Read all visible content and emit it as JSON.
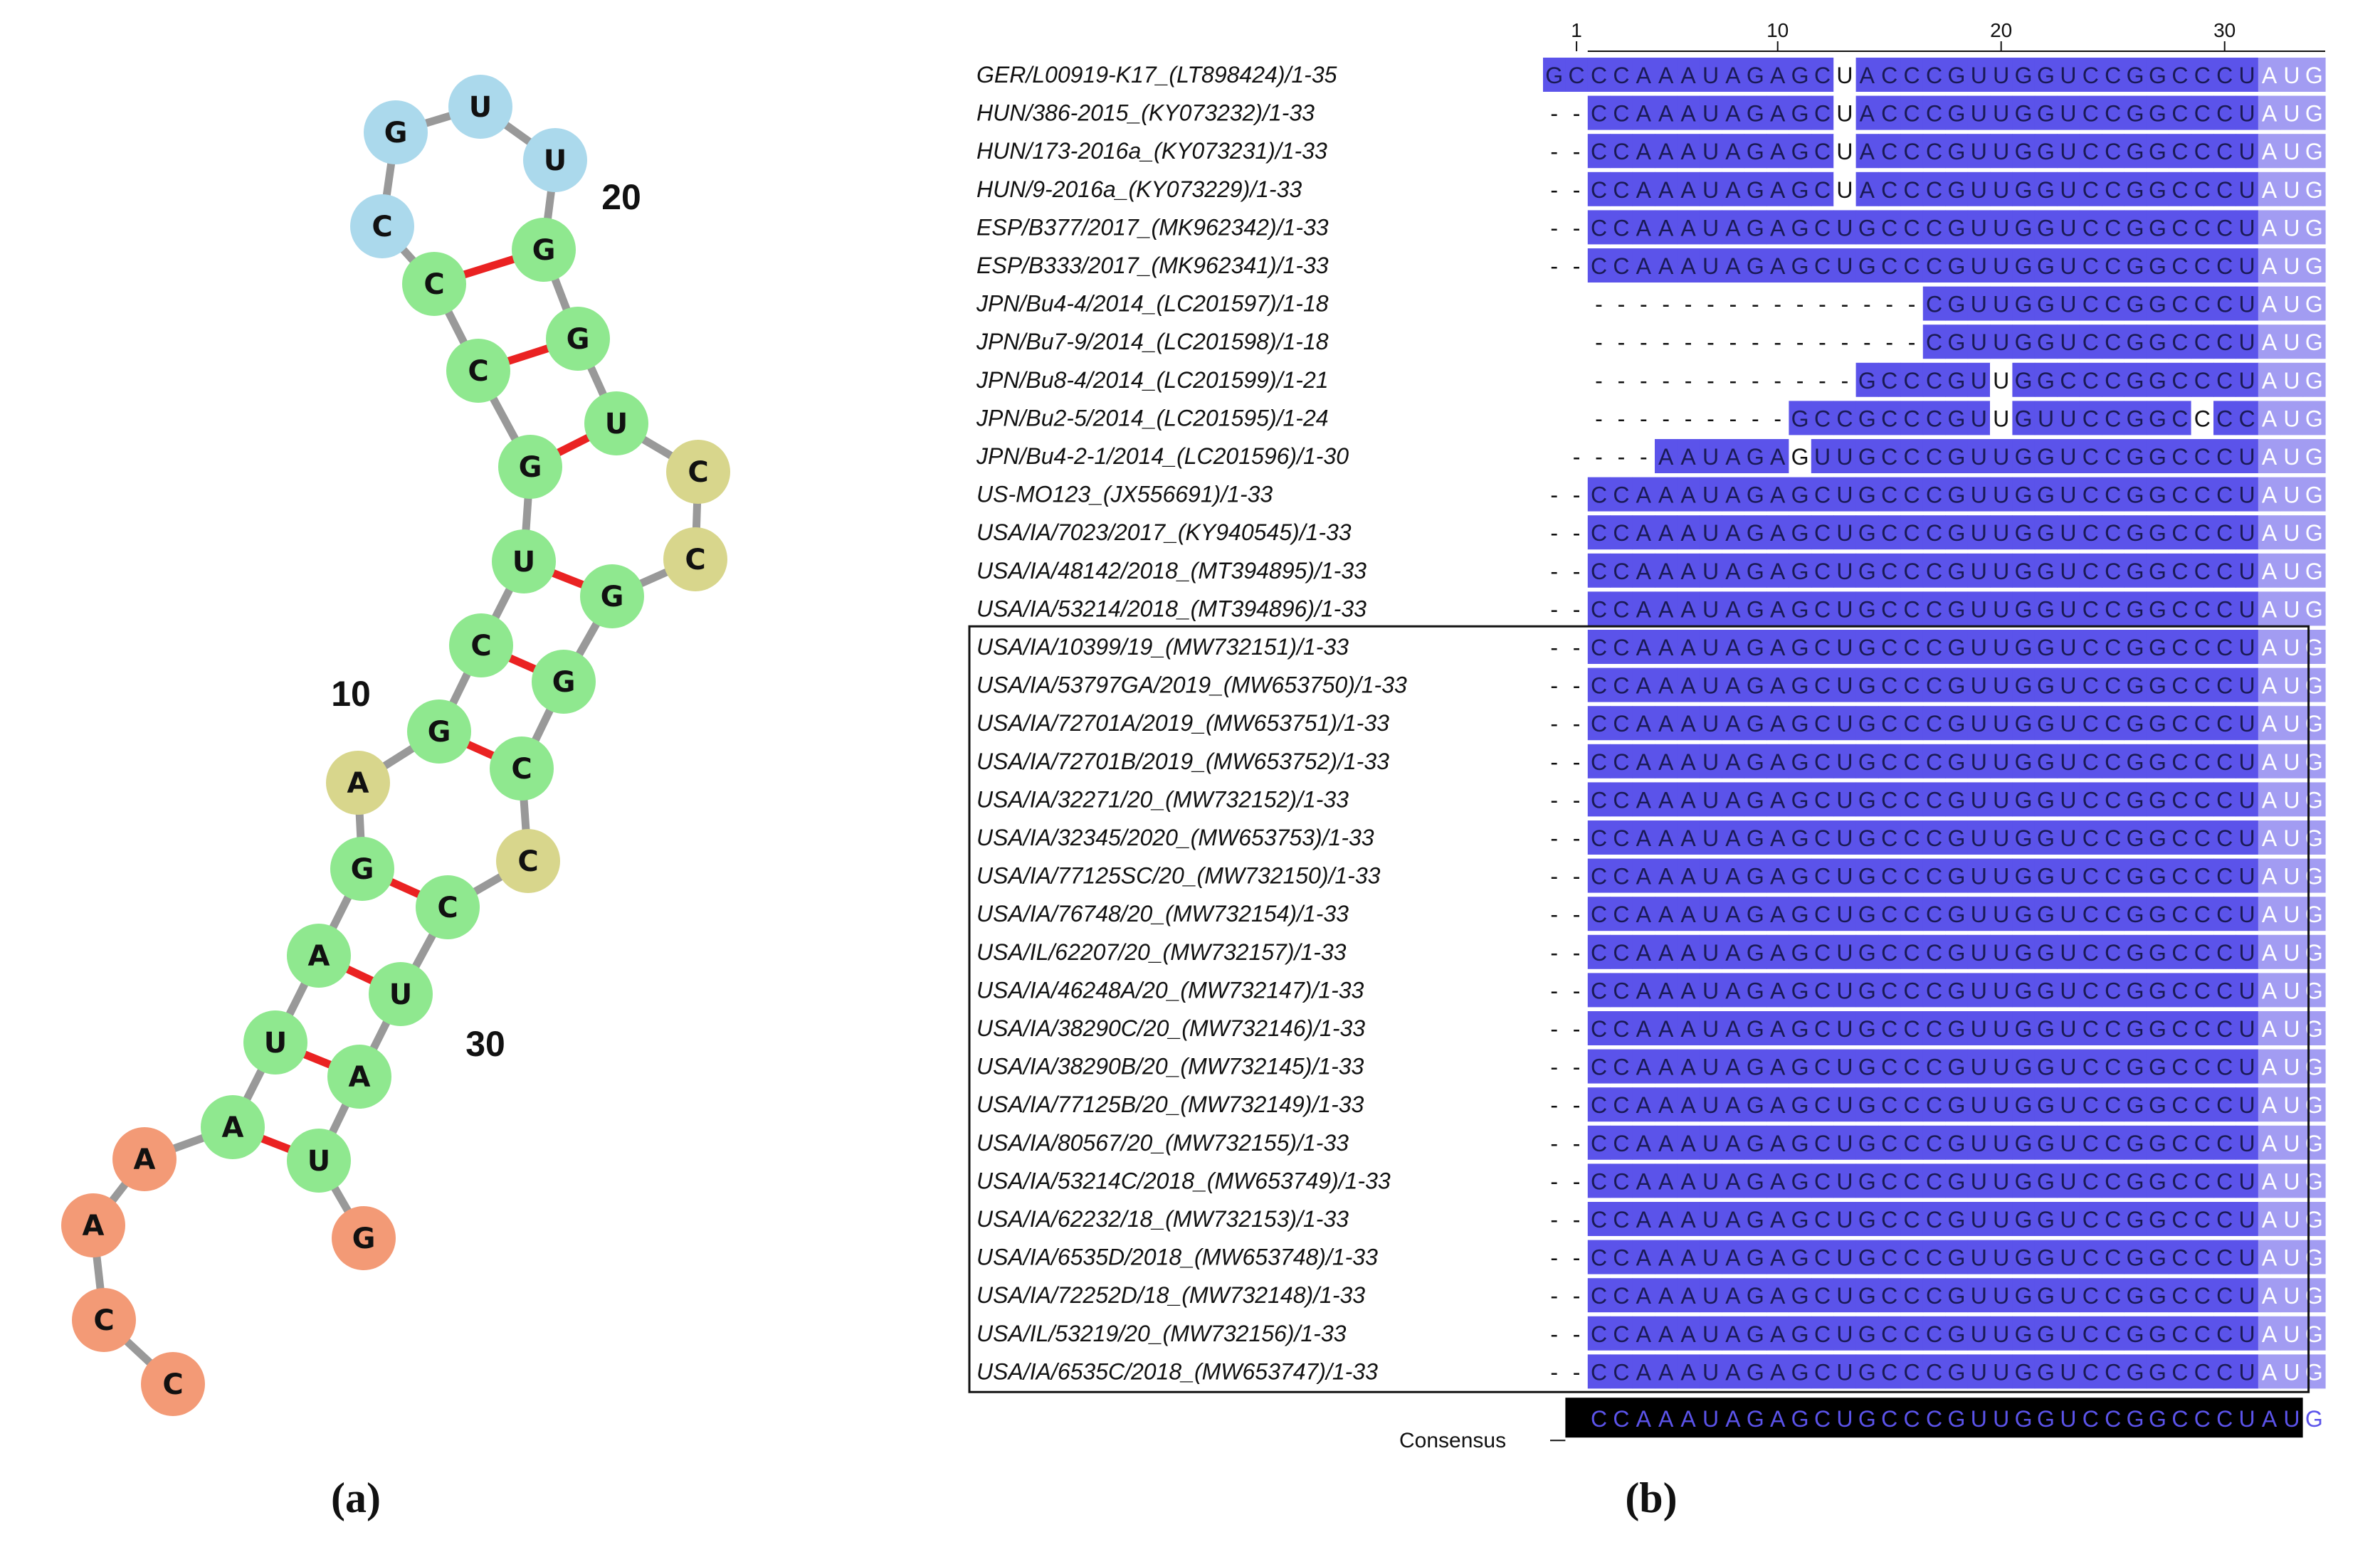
{
  "colors": {
    "loop": "#abd9ec",
    "stem": "#8fe88f",
    "bulge": "#d8d68c",
    "tail": "#f39a76",
    "backbone": "#999999",
    "pair": "#ea2222",
    "aligned": "#5b53ea",
    "start_codon": "#a29cf2",
    "start_codon_text": "#ffffff",
    "gap_text": "#111111",
    "consensus_bg": "#000000",
    "consensus_text": "#5b53ea"
  },
  "panel_a": {
    "label": "(a)",
    "nucleotides": [
      {
        "n": 1,
        "base": "C",
        "type": "tail"
      },
      {
        "n": 2,
        "base": "C",
        "type": "tail"
      },
      {
        "n": 3,
        "base": "A",
        "type": "tail"
      },
      {
        "n": 4,
        "base": "A",
        "type": "tail"
      },
      {
        "n": 5,
        "base": "A",
        "type": "stem"
      },
      {
        "n": 6,
        "base": "U",
        "type": "stem"
      },
      {
        "n": 7,
        "base": "A",
        "type": "stem"
      },
      {
        "n": 8,
        "base": "G",
        "type": "stem"
      },
      {
        "n": 9,
        "base": "A",
        "type": "bulge"
      },
      {
        "n": 10,
        "base": "G",
        "type": "stem"
      },
      {
        "n": 11,
        "base": "C",
        "type": "stem"
      },
      {
        "n": 12,
        "base": "U",
        "type": "stem"
      },
      {
        "n": 13,
        "base": "G",
        "type": "stem"
      },
      {
        "n": 14,
        "base": "C",
        "type": "stem"
      },
      {
        "n": 15,
        "base": "C",
        "type": "stem"
      },
      {
        "n": 16,
        "base": "C",
        "type": "loop"
      },
      {
        "n": 17,
        "base": "G",
        "type": "loop"
      },
      {
        "n": 18,
        "base": "U",
        "type": "loop"
      },
      {
        "n": 19,
        "base": "U",
        "type": "loop"
      },
      {
        "n": 20,
        "base": "G",
        "type": "stem"
      },
      {
        "n": 21,
        "base": "G",
        "type": "stem"
      },
      {
        "n": 22,
        "base": "U",
        "type": "stem"
      },
      {
        "n": 23,
        "base": "C",
        "type": "bulge"
      },
      {
        "n": 24,
        "base": "C",
        "type": "bulge"
      },
      {
        "n": 25,
        "base": "G",
        "type": "stem"
      },
      {
        "n": 26,
        "base": "G",
        "type": "stem"
      },
      {
        "n": 27,
        "base": "C",
        "type": "stem"
      },
      {
        "n": 28,
        "base": "C",
        "type": "bulge"
      },
      {
        "n": 29,
        "base": "C",
        "type": "stem"
      },
      {
        "n": 30,
        "base": "U",
        "type": "stem"
      },
      {
        "n": 31,
        "base": "A",
        "type": "stem"
      },
      {
        "n": 32,
        "base": "U",
        "type": "stem"
      },
      {
        "n": 33,
        "base": "G",
        "type": "tail"
      }
    ],
    "pairs": [
      [
        5,
        32
      ],
      [
        6,
        31
      ],
      [
        7,
        30
      ],
      [
        8,
        29
      ],
      [
        10,
        27
      ],
      [
        11,
        26
      ],
      [
        12,
        25
      ],
      [
        13,
        22
      ],
      [
        14,
        21
      ],
      [
        15,
        20
      ]
    ],
    "position_labels": [
      {
        "n": 10,
        "text": "10"
      },
      {
        "n": 20,
        "text": "20"
      },
      {
        "n": 30,
        "text": "30"
      }
    ]
  },
  "panel_b": {
    "label": "(b)",
    "ruler": [
      {
        "col": 1,
        "text": "1"
      },
      {
        "col": 10,
        "text": "10"
      },
      {
        "col": 20,
        "text": "20"
      },
      {
        "col": 30,
        "text": "30"
      }
    ],
    "rows": [
      {
        "name": "GER/L00919-K17_(LT898424)/1-35",
        "seq": "GCCCAAAUAGAGCUACCCGUUGGUCCGGCCCUAUG",
        "white": [
          15
        ]
      },
      {
        "name": "HUN/386-2015_(KY073232)/1-33",
        "seq": "--CCAAAUAGAGCUACCCGUUGGUCCGGCCCUAUG",
        "white": [
          15
        ]
      },
      {
        "name": "HUN/173-2016a_(KY073231)/1-33",
        "seq": "--CCAAAUAGAGCUACCCGUUGGUCCGGCCCUAUG",
        "white": [
          15
        ]
      },
      {
        "name": "HUN/9-2016a_(KY073229)/1-33",
        "seq": "--CCAAAUAGAGCUACCCGUUGGUCCGGCCCUAUG",
        "white": [
          15
        ]
      },
      {
        "name": "ESP/B377/2017_(MK962342)/1-33",
        "seq": "--CCAAAUAGAGCUGCCCGUUGGUCCGGCCCUAUG",
        "white": []
      },
      {
        "name": "ESP/B333/2017_(MK962341)/1-33",
        "seq": "--CCAAAUAGAGCUGCCCGUUGGUCCGGCCCUAUG",
        "white": []
      },
      {
        "name": "JPN/Bu4-4/2014_(LC201597)/1-18",
        "seq": "---------------CGUUGGUCCGGCCCUAUG",
        "white": []
      },
      {
        "name": "JPN/Bu7-9/2014_(LC201598)/1-18",
        "seq": "---------------CGUUGGUCCGGCCCUAUG",
        "white": []
      },
      {
        "name": "JPN/Bu8-4/2014_(LC201599)/1-21",
        "seq": "------------GCCCGUUGGCCCGGCCCUAUG",
        "white": [
          22
        ]
      },
      {
        "name": "JPN/Bu2-5/2014_(LC201595)/1-24",
        "seq": "---------GCCGCCCGUUGUUCCGGCCCCAUG",
        "white": [
          12,
          22,
          31
        ]
      },
      {
        "name": "JPN/Bu4-2-1/2014_(LC201596)/1-30",
        "seq": "----AAUAGAGUUGCCCGUUGGUCCGGCCCUAUG",
        "white": [
          13
        ]
      },
      {
        "name": "US-MO123_(JX556691)/1-33",
        "seq": "--CCAAAUAGAGCUGCCCGUUGGUCCGGCCCUAUG",
        "white": []
      },
      {
        "name": "USA/IA/7023/2017_(KY940545)/1-33",
        "seq": "--CCAAAUAGAGCUGCCCGUUGGUCCGGCCCUAUG",
        "white": []
      },
      {
        "name": "USA/IA/48142/2018_(MT394895)/1-33",
        "seq": "--CCAAAUAGAGCUGCCCGUUGGUCCGGCCCUAUG",
        "white": []
      },
      {
        "name": "USA/IA/53214/2018_(MT394896)/1-33",
        "seq": "--CCAAAUAGAGCUGCCCGUUGGUCCGGCCCUAUG",
        "white": []
      },
      {
        "name": "USA/IA/10399/19_(MW732151)/1-33",
        "seq": "--CCAAAUAGAGCUGCCCGUUGGUCCGGCCCUAUG",
        "white": []
      },
      {
        "name": "USA/IA/53797GA/2019_(MW653750)/1-33",
        "seq": "--CCAAAUAGAGCUGCCCGUUGGUCCGGCCCUAUG",
        "white": []
      },
      {
        "name": "USA/IA/72701A/2019_(MW653751)/1-33",
        "seq": "--CCAAAUAGAGCUGCCCGUUGGUCCGGCCCUAUG",
        "white": []
      },
      {
        "name": "USA/IA/72701B/2019_(MW653752)/1-33",
        "seq": "--CCAAAUAGAGCUGCCCGUUGGUCCGGCCCUAUG",
        "white": []
      },
      {
        "name": "USA/IA/32271/20_(MW732152)/1-33",
        "seq": "--CCAAAUAGAGCUGCCCGUUGGUCCGGCCCUAUG",
        "white": []
      },
      {
        "name": "USA/IA/32345/2020_(MW653753)/1-33",
        "seq": "--CCAAAUAGAGCUGCCCGUUGGUCCGGCCCUAUG",
        "white": []
      },
      {
        "name": "USA/IA/77125SC/20_(MW732150)/1-33",
        "seq": "--CCAAAUAGAGCUGCCCGUUGGUCCGGCCCUAUG",
        "white": []
      },
      {
        "name": "USA/IA/76748/20_(MW732154)/1-33",
        "seq": "--CCAAAUAGAGCUGCCCGUUGGUCCGGCCCUAUG",
        "white": []
      },
      {
        "name": "USA/IL/62207/20_(MW732157)/1-33",
        "seq": "--CCAAAUAGAGCUGCCCGUUGGUCCGGCCCUAUG",
        "white": []
      },
      {
        "name": "USA/IA/46248A/20_(MW732147)/1-33",
        "seq": "--CCAAAUAGAGCUGCCCGUUGGUCCGGCCCUAUG",
        "white": []
      },
      {
        "name": "USA/IA/38290C/20_(MW732146)/1-33",
        "seq": "--CCAAAUAGAGCUGCCCGUUGGUCCGGCCCUAUG",
        "white": []
      },
      {
        "name": "USA/IA/38290B/20_(MW732145)/1-33",
        "seq": "--CCAAAUAGAGCUGCCCGUUGGUCCGGCCCUAUG",
        "white": []
      },
      {
        "name": "USA/IA/77125B/20_(MW732149)/1-33",
        "seq": "--CCAAAUAGAGCUGCCCGUUGGUCCGGCCCUAUG",
        "white": []
      },
      {
        "name": "USA/IA/80567/20_(MW732155)/1-33",
        "seq": "--CCAAAUAGAGCUGCCCGUUGGUCCGGCCCUAUG",
        "white": []
      },
      {
        "name": "USA/IA/53214C/2018_(MW653749)/1-33",
        "seq": "--CCAAAUAGAGCUGCCCGUUGGUCCGGCCCUAUG",
        "white": []
      },
      {
        "name": "USA/IA/62232/18_(MW732153)/1-33",
        "seq": "--CCAAAUAGAGCUGCCCGUUGGUCCGGCCCUAUG",
        "white": []
      },
      {
        "name": "USA/IA/6535D/2018_(MW653748)/1-33",
        "seq": "--CCAAAUAGAGCUGCCCGUUGGUCCGGCCCUAUG",
        "white": []
      },
      {
        "name": "USA/IA/72252D/18_(MW732148)/1-33",
        "seq": "--CCAAAUAGAGCUGCCCGUUGGUCCGGCCCUAUG",
        "white": []
      },
      {
        "name": "USA/IL/53219/20_(MW732156)/1-33",
        "seq": "--CCAAAUAGAGCUGCCCGUUGGUCCGGCCCUAUG",
        "white": []
      },
      {
        "name": "USA/IA/6535C/2018_(MW653747)/1-33",
        "seq": "--CCAAAUAGAGCUGCCCGUUGGUCCGGCCCUAUG",
        "white": []
      }
    ],
    "boxed_rows": {
      "from": 15,
      "to": 34
    },
    "start_codon_cols": [
      34,
      35,
      36
    ],
    "consensus_label": "Consensus",
    "consensus_seq": "CCAAAUAGAGCUGCCCGUUGGUCCGGCCCUAUG"
  }
}
